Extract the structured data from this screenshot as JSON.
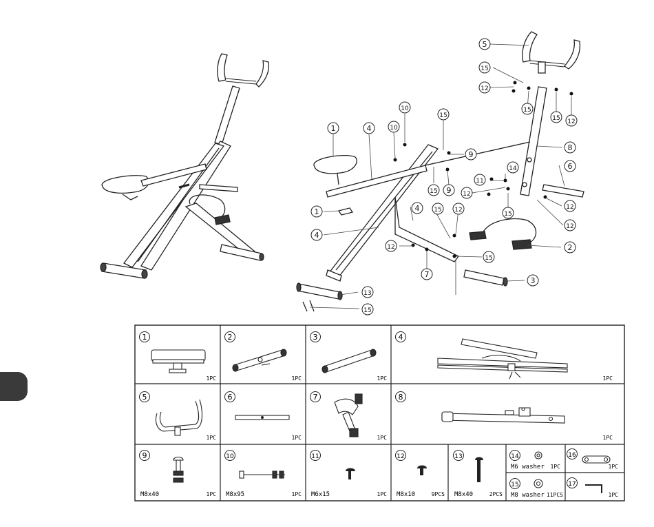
{
  "callouts": [
    "5",
    "15",
    "12",
    "15",
    "15",
    "12",
    "10",
    "15",
    "9",
    "10",
    "1",
    "4",
    "8",
    "14",
    "6",
    "11",
    "12",
    "9",
    "15",
    "12",
    "4",
    "1",
    "12",
    "15",
    "4",
    "12",
    "15",
    "12",
    "15",
    "7",
    "2",
    "3",
    "13",
    "15"
  ],
  "parts": [
    {
      "num": "1",
      "name": "",
      "qty": "1PC"
    },
    {
      "num": "2",
      "name": "",
      "qty": "1PC"
    },
    {
      "num": "3",
      "name": "",
      "qty": "1PC"
    },
    {
      "num": "4",
      "name": "",
      "qty": "1PC"
    },
    {
      "num": "5",
      "name": "",
      "qty": "1PC"
    },
    {
      "num": "6",
      "name": "",
      "qty": "1PC"
    },
    {
      "num": "7",
      "name": "",
      "qty": "1PC"
    },
    {
      "num": "8",
      "name": "",
      "qty": "1PC"
    },
    {
      "num": "9",
      "name": "M8x40",
      "qty": "1PC"
    },
    {
      "num": "10",
      "name": "M8x95",
      "qty": "1PC"
    },
    {
      "num": "11",
      "name": "M6x15",
      "qty": "1PC"
    },
    {
      "num": "12",
      "name": "M8x10",
      "qty": "9PCS"
    },
    {
      "num": "13",
      "name": "M8x40",
      "qty": "2PCS"
    },
    {
      "num": "14",
      "name": "M6 washer",
      "qty": "1PC"
    },
    {
      "num": "15",
      "name": "M8 washer",
      "qty": "11PCS"
    },
    {
      "num": "16",
      "name": "",
      "qty": "1PC"
    },
    {
      "num": "17",
      "name": "",
      "qty": "1PC"
    }
  ]
}
